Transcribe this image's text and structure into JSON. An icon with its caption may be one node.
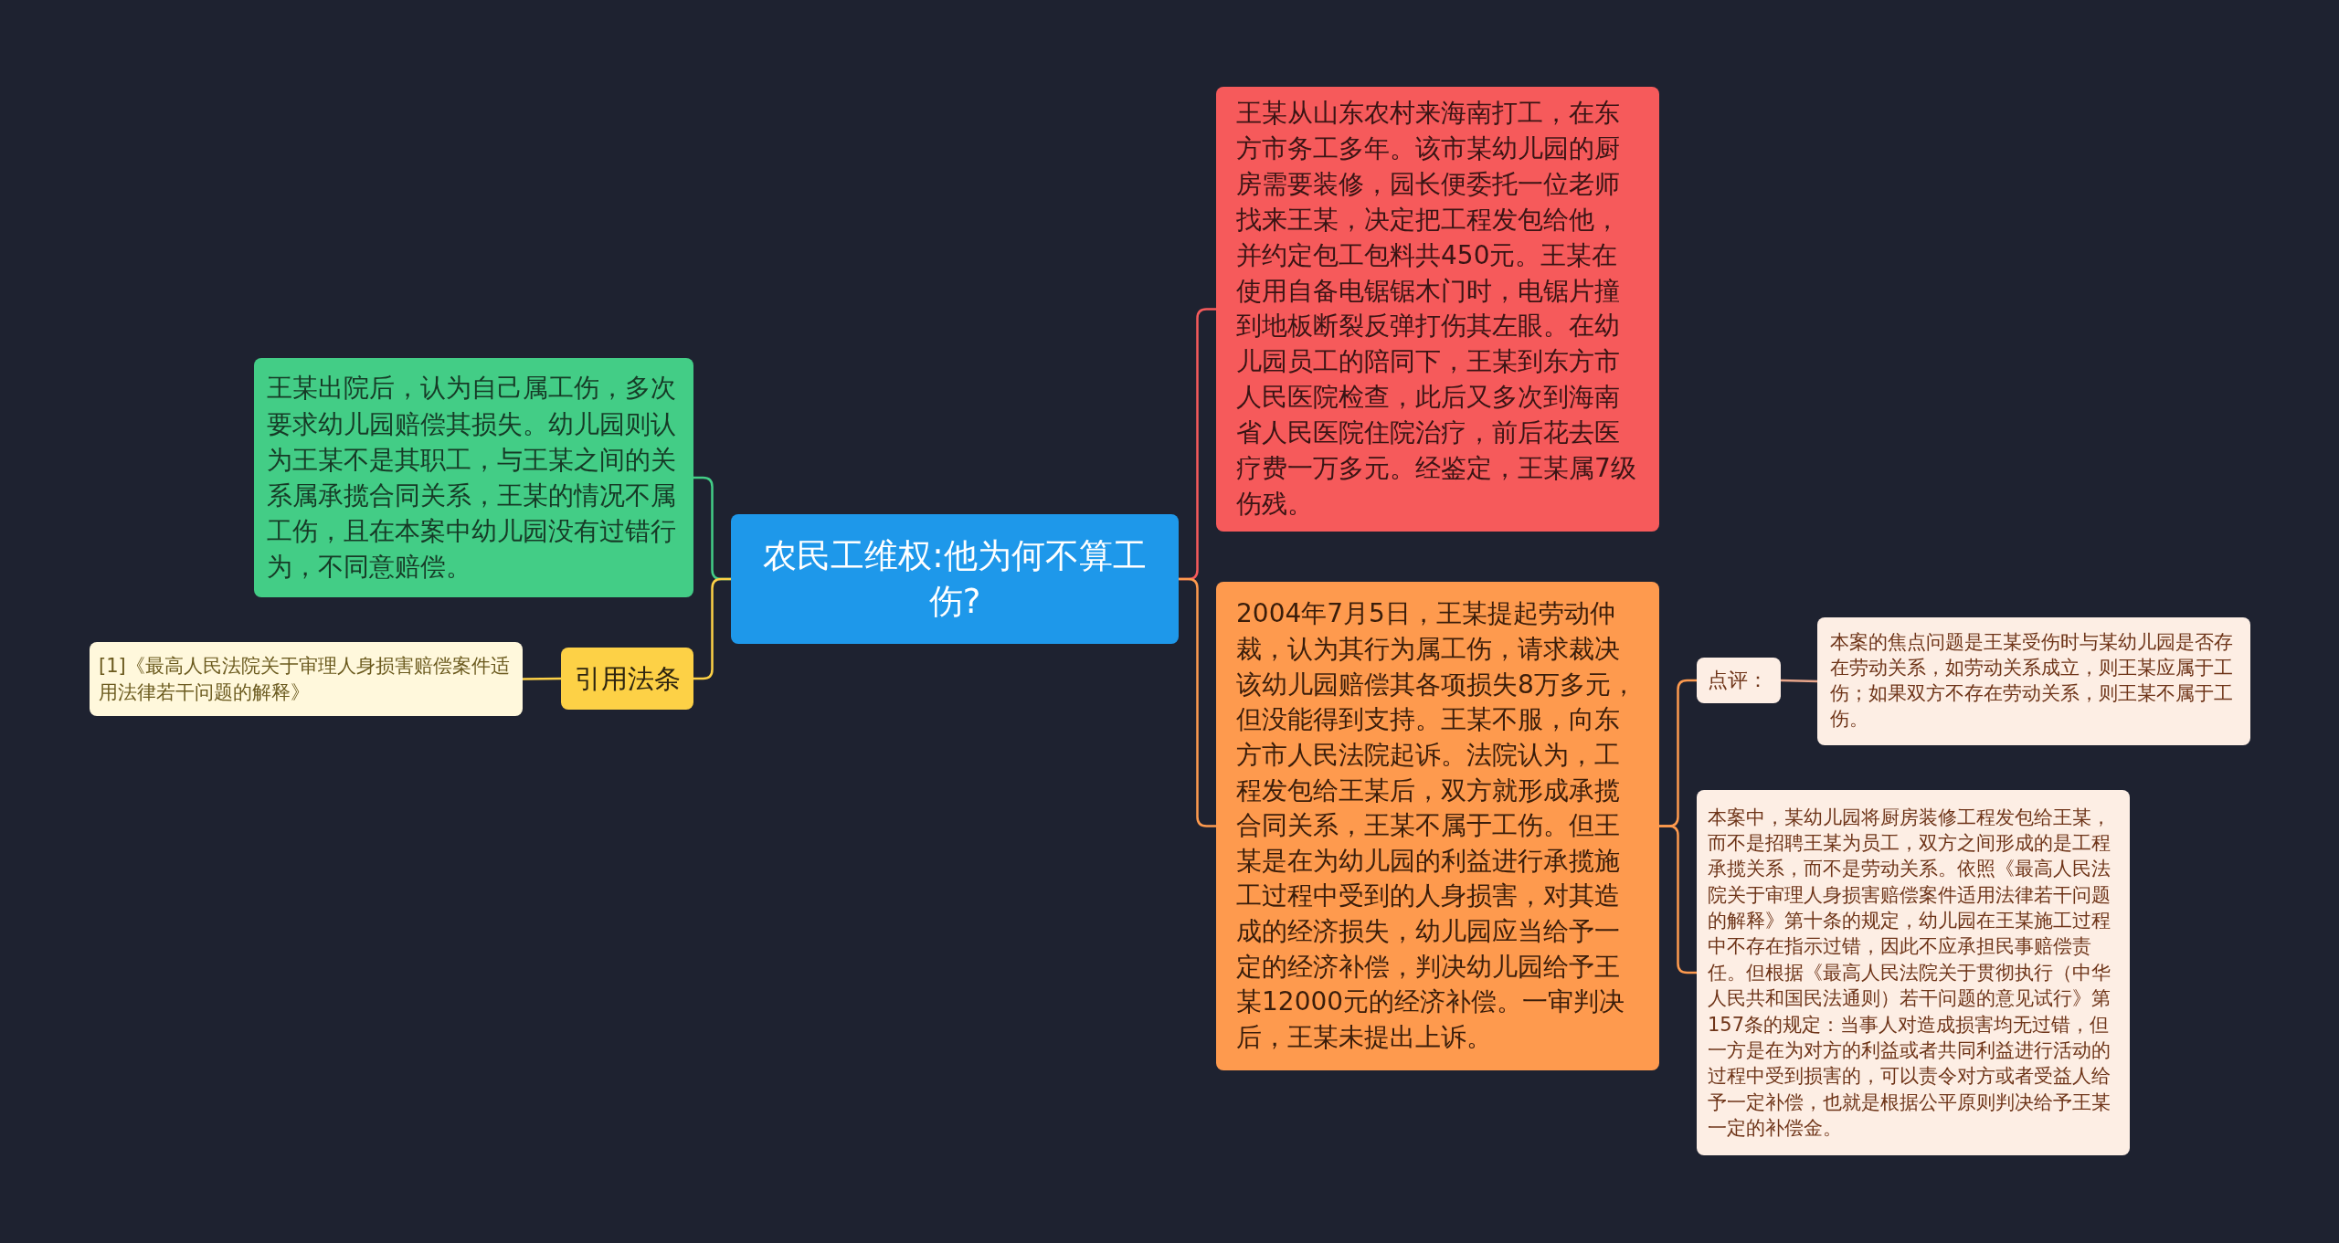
{
  "diagram": {
    "nodes": [
      {
        "text": [
          "农民工维权:他为何不算工伤?"
        ]
      },
      {
        "text": [
          "王某从山东农村来海南打工，在东方市务工多年。该市某幼儿园的厨房需要装修，园长便委托一位老师找来王某，决定把工程发包给他，并约定包工包料共450元。王某在使用自备电锯锯木门时，电锯片撞到地板断裂反弹打伤其左眼。在幼儿园员工的陪同下，王某到东方市人民医院检查，此后又多次到海南省人民医院住院治疗，前后花去医疗费一万多元。经鉴定，王某属7级伤残。"
        ]
      },
      {
        "text": [
          "2004年7月5日，王某提起劳动仲裁，认为其行为属工伤，请求裁决该幼儿园赔偿其各项损失8万多元，但没能得到支持。王某不服，向东方市人民法院起诉。法院认为，工程发包给王某后，双方就形成承揽合同关系，王某不属于工伤。但王某是在为幼儿园的利益进行承揽施工过程中受到的人身损害，对其造成的经济损失，幼儿园应当给予一定的经济补偿，判决幼儿园给予王某12000元的经济补偿。一审判决后，王某未提出上诉。"
        ]
      },
      {
        "text": [
          "点评："
        ]
      },
      {
        "text": [
          "本案的焦点问题是王某受伤时与某幼儿园是否存在劳动关系，如劳动关系成立，则王某应属于工伤；如果双方不存在劳动关系，则王某不属于工伤。"
        ]
      },
      {
        "text": [
          "本案中，某幼儿园将厨房装修工程发包给王某，而不是招聘王某为员工，双方之间形成的是工程承揽关系，而不是劳动关系。依照《最高人民法院关于审理人身损害赔偿案件适用法律若干问题的解释》第十条的规定，幼儿园在王某施工过程中不存在指示过错，因此不应承担民事赔偿责任。但根据《最高人民法院关于贯彻执行（中华人民共和国民法通则）若干问题的意见试行》第157条的规定：当事人对造成损害均无过错，但一方是在为对方的利益或者共同利益进行活动的过程中受到损害的，可以责令对方或者受益人给予一定补偿，也就是根据公平原则判决给予王某一定的补偿金。"
        ]
      },
      {
        "text": [
          "王某出院后，认为自己属工伤，多次要求幼儿园赔偿其损失。幼儿园则认为王某不是其职工，与王某之间的关系属承揽合同关系，王某的情况不属工伤，且在本案中幼儿园没有过错行为，不同意赔偿。"
        ]
      },
      {
        "text": [
          "引用法条"
        ]
      },
      {
        "text": [
          "[1]《最高人民法院关于审理人身损害赔偿案件适用法律若干问题的解释》"
        ]
      }
    ],
    "edges": [
      {
        "from": 0,
        "to": 1,
        "arrow": "none",
        "color": "#f65a5b"
      },
      {
        "from": 0,
        "to": 2,
        "arrow": "none",
        "color": "#fe9a4e"
      },
      {
        "from": 2,
        "to": 3,
        "arrow": "none",
        "color": "#fe9a4e"
      },
      {
        "from": 3,
        "to": 4,
        "arrow": "none",
        "color": "#e8a58a"
      },
      {
        "from": 2,
        "to": 5,
        "arrow": "none",
        "color": "#fe9a4e"
      },
      {
        "from": 0,
        "to": 6,
        "arrow": "none",
        "color": "#43cd86"
      },
      {
        "from": 0,
        "to": 7,
        "arrow": "none",
        "color": "#fdd146"
      },
      {
        "from": 7,
        "to": 8,
        "arrow": "none",
        "color": "#fdd146"
      }
    ]
  }
}
